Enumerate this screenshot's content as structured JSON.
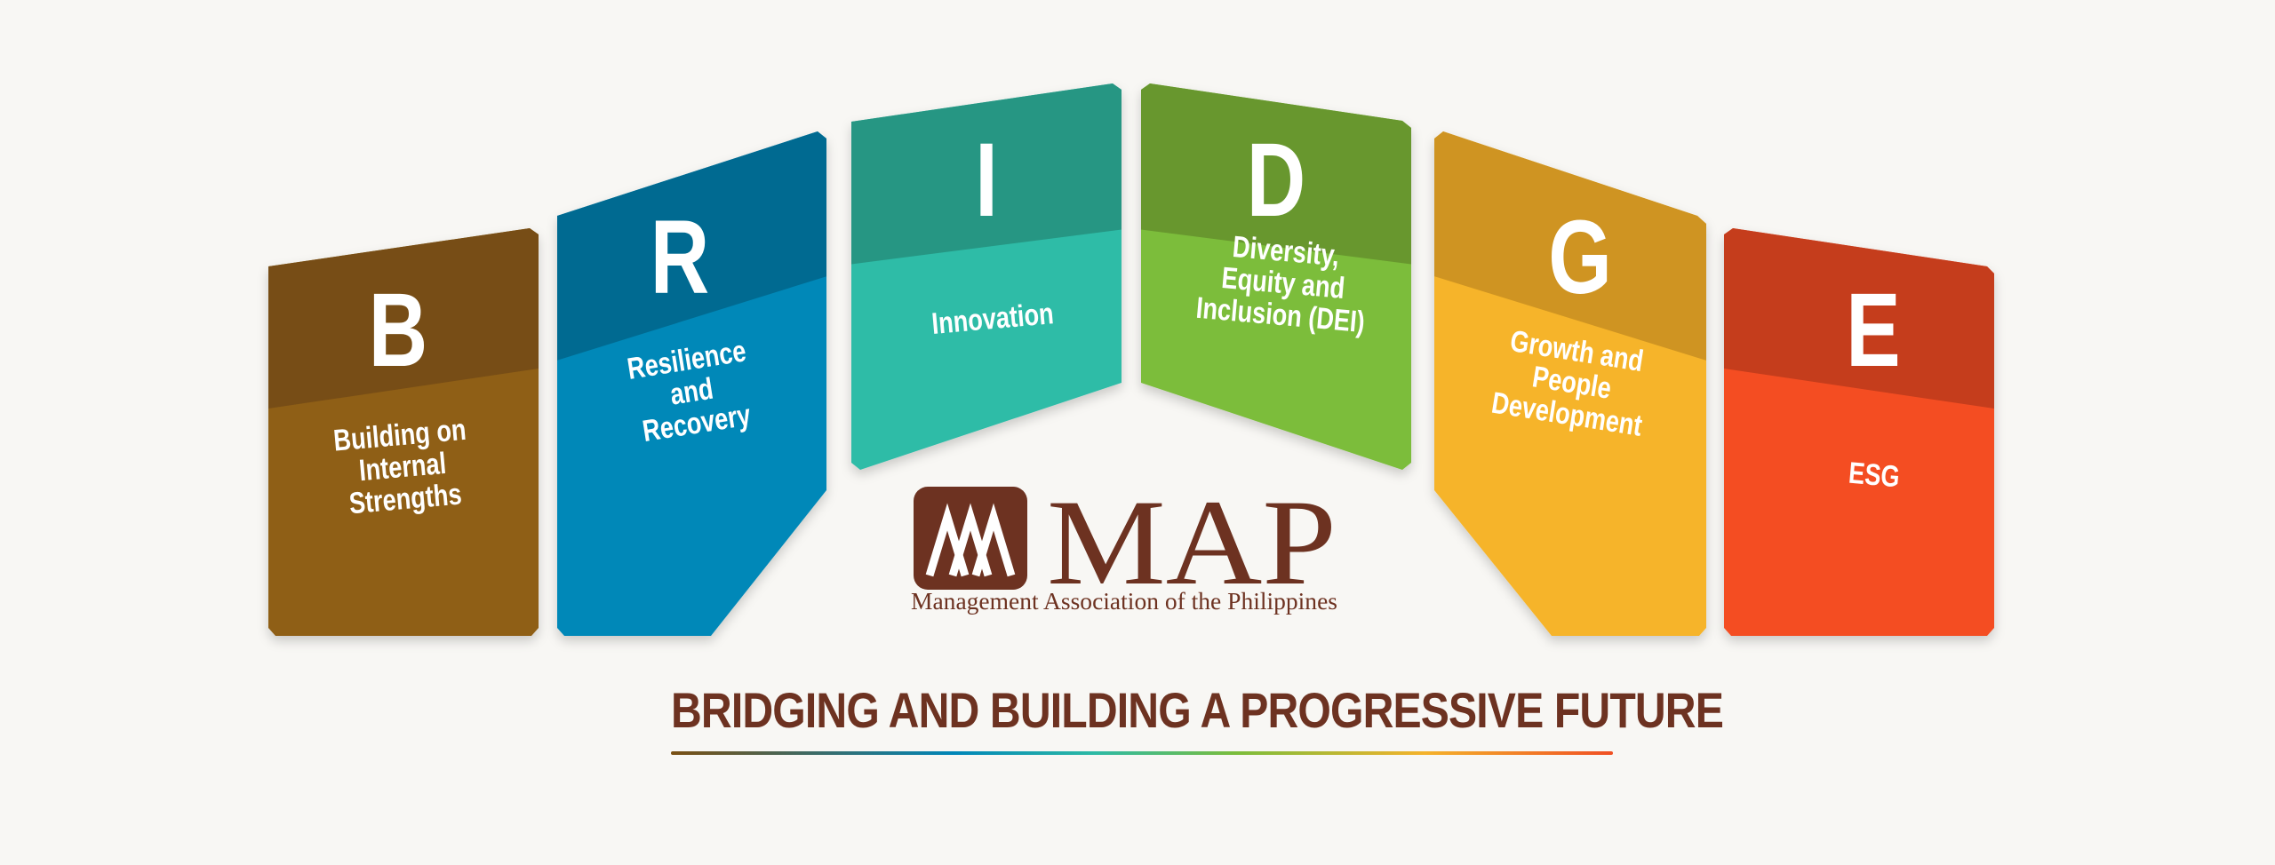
{
  "panels": [
    {
      "letter": "B",
      "label_lines": [
        "Building on",
        "Internal",
        "Strengths"
      ],
      "top_color": "#774e12",
      "bottom_color": "#8f5e16"
    },
    {
      "letter": "R",
      "label_lines": [
        "Resilience",
        "and",
        "Recovery"
      ],
      "top_color": "#006b91",
      "bottom_color": "#0288b8"
    },
    {
      "letter": "I",
      "label_lines": [
        "Innovation"
      ],
      "top_color": "#279683",
      "bottom_color": "#2dbca7"
    },
    {
      "letter": "D",
      "label_lines": [
        "Diversity,",
        "Equity and",
        "Inclusion (DEI)"
      ],
      "top_color": "#67972e",
      "bottom_color": "#7bbd3b"
    },
    {
      "letter": "G",
      "label_lines": [
        "Growth and",
        "People",
        "Development"
      ],
      "top_color": "#cf9422",
      "bottom_color": "#f6b42a"
    },
    {
      "letter": "E",
      "label_lines": [
        "ESG"
      ],
      "top_color": "#c53d1d",
      "bottom_color": "#f44e24"
    }
  ],
  "logo": {
    "wordmark": "MAP",
    "full_name": "Management Association of the Philippines",
    "color": "#6d3221"
  },
  "tagline": "BRIDGING AND BUILDING A PROGRESSIVE FUTURE"
}
